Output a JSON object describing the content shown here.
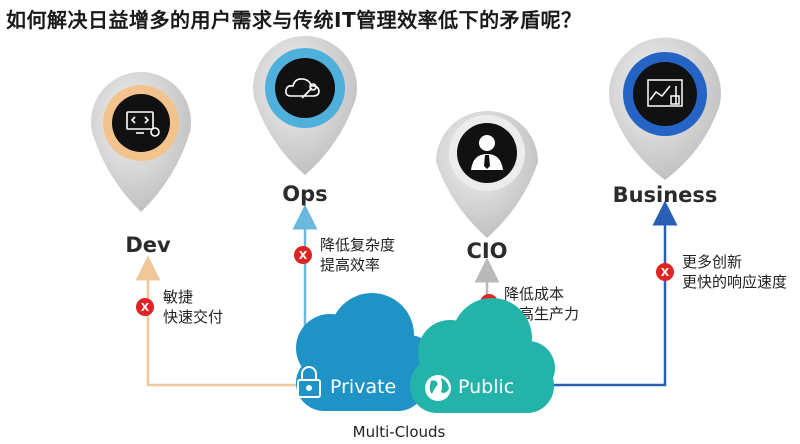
{
  "title": "如何解决日益增多的用户需求与传统IT管理效率低下的矛盾呢？",
  "roles": {
    "dev": {
      "label": "Dev",
      "note_line1": "敏捷",
      "note_line2": "快速交付",
      "ring_color": "#f3c38e",
      "icon": "code-monitor-gear-icon"
    },
    "ops": {
      "label": "Ops",
      "note_line1": "降低复杂度",
      "note_line2": "提高效率",
      "ring_color": "#4fb0dc",
      "icon": "cloud-wrench-icon"
    },
    "cio": {
      "label": "CIO",
      "note_line1": "降低成本",
      "note_line2": "提高生产力",
      "ring_color": "#ececec",
      "icon": "executive-person-icon"
    },
    "business": {
      "label": "Business",
      "note_line1": "更多创新",
      "note_line2": "更快的响应速度",
      "ring_color": "#2564c4",
      "icon": "factory-chart-icon"
    }
  },
  "clouds": {
    "private": {
      "label": "Private",
      "color": "#1f93c6",
      "icon": "padlock-icon"
    },
    "public": {
      "label": "Public",
      "color": "#23b3a9",
      "icon": "globe-icon"
    },
    "caption": "Multi-Clouds"
  },
  "marker": {
    "symbol": "X",
    "color": "#e02323"
  },
  "arrow_colors": {
    "dev": "#f0c79b",
    "ops": "#6ab8dd",
    "cio": "#b9b9b9",
    "business": "#2a5fb5"
  }
}
